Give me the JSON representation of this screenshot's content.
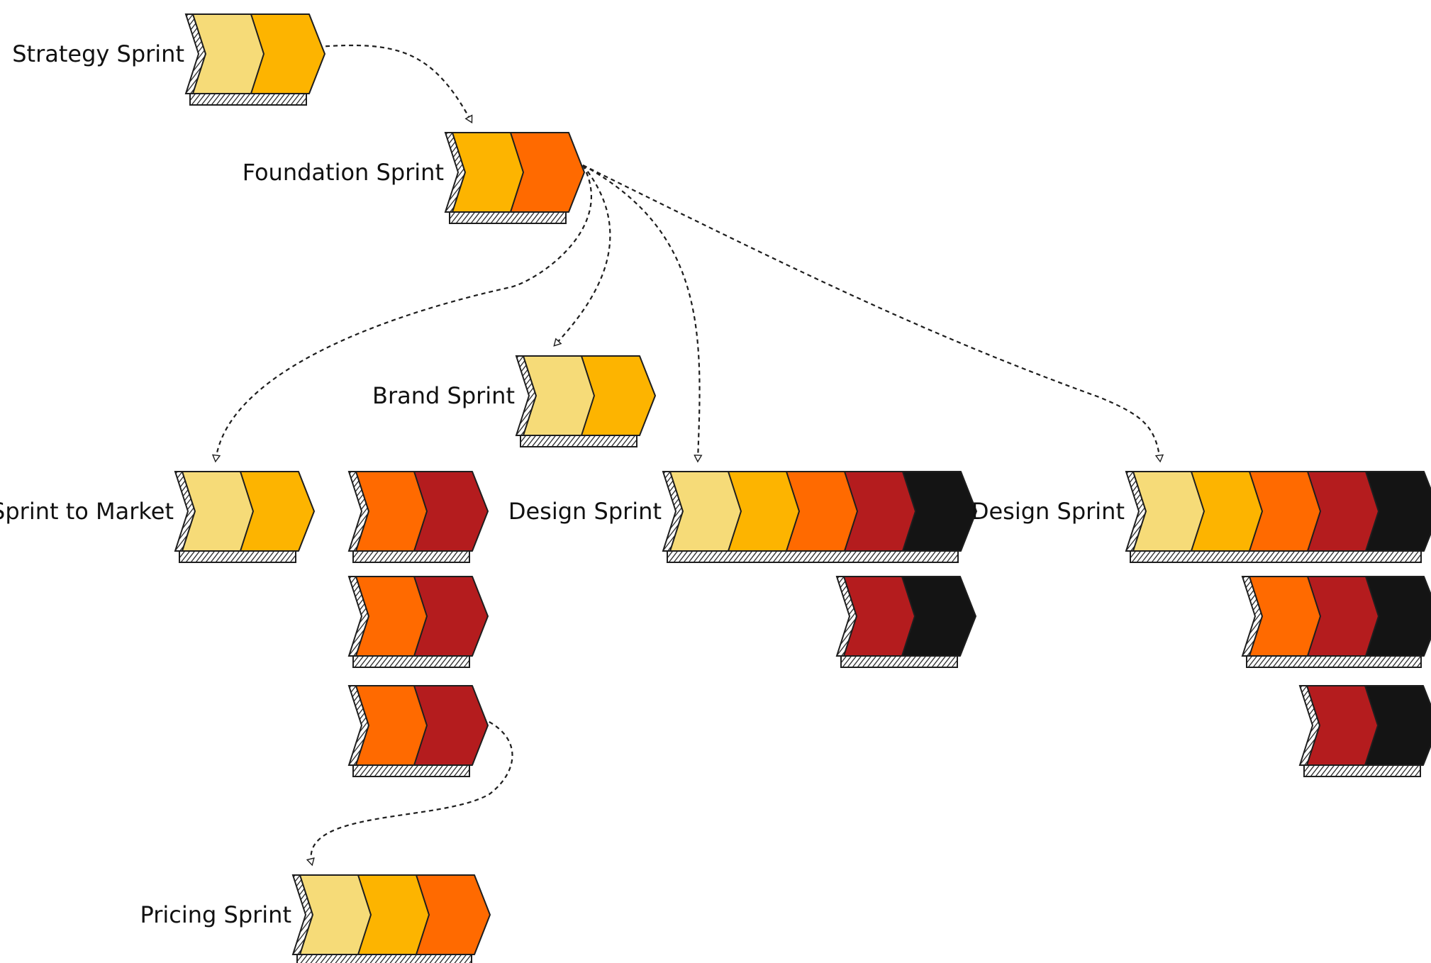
{
  "colors": {
    "light_yellow": "#F6DB78",
    "amber": "#FDB400",
    "orange": "#FF6A00",
    "red": "#B41C1E",
    "black": "#141414",
    "outline": "#1E1E1E",
    "connector": "#1E1E1E"
  },
  "nodes": [
    {
      "id": "strategy",
      "label": "Strategy Sprint",
      "colors": [
        "light_yellow",
        "amber"
      ]
    },
    {
      "id": "foundation",
      "label": "Foundation Sprint",
      "colors": [
        "amber",
        "orange"
      ]
    },
    {
      "id": "brand",
      "label": "Brand Sprint",
      "colors": [
        "light_yellow",
        "amber"
      ]
    },
    {
      "id": "market",
      "label": "Sprint to Market",
      "colors": [
        "light_yellow",
        "amber"
      ]
    },
    {
      "id": "market-1",
      "label": "",
      "colors": [
        "orange",
        "red"
      ]
    },
    {
      "id": "market-2",
      "label": "",
      "colors": [
        "orange",
        "red"
      ]
    },
    {
      "id": "market-3",
      "label": "",
      "colors": [
        "orange",
        "red"
      ]
    },
    {
      "id": "pricing",
      "label": "Pricing Sprint",
      "colors": [
        "light_yellow",
        "amber",
        "orange"
      ]
    },
    {
      "id": "design-a",
      "label": "Design Sprint",
      "colors": [
        "light_yellow",
        "amber",
        "orange",
        "red",
        "black"
      ]
    },
    {
      "id": "design-a-1",
      "label": "",
      "colors": [
        "red",
        "black"
      ]
    },
    {
      "id": "design-b",
      "label": "Design Sprint",
      "colors": [
        "light_yellow",
        "amber",
        "orange",
        "red",
        "black"
      ]
    },
    {
      "id": "design-b-1",
      "label": "",
      "colors": [
        "orange",
        "red",
        "black"
      ]
    },
    {
      "id": "design-b-2",
      "label": "",
      "colors": [
        "red",
        "black"
      ]
    }
  ],
  "edges": [
    {
      "from": "strategy",
      "to": "foundation"
    },
    {
      "from": "foundation",
      "to": "market"
    },
    {
      "from": "foundation",
      "to": "brand"
    },
    {
      "from": "foundation",
      "to": "design-a"
    },
    {
      "from": "foundation",
      "to": "design-b"
    },
    {
      "from": "market-3",
      "to": "pricing"
    }
  ]
}
